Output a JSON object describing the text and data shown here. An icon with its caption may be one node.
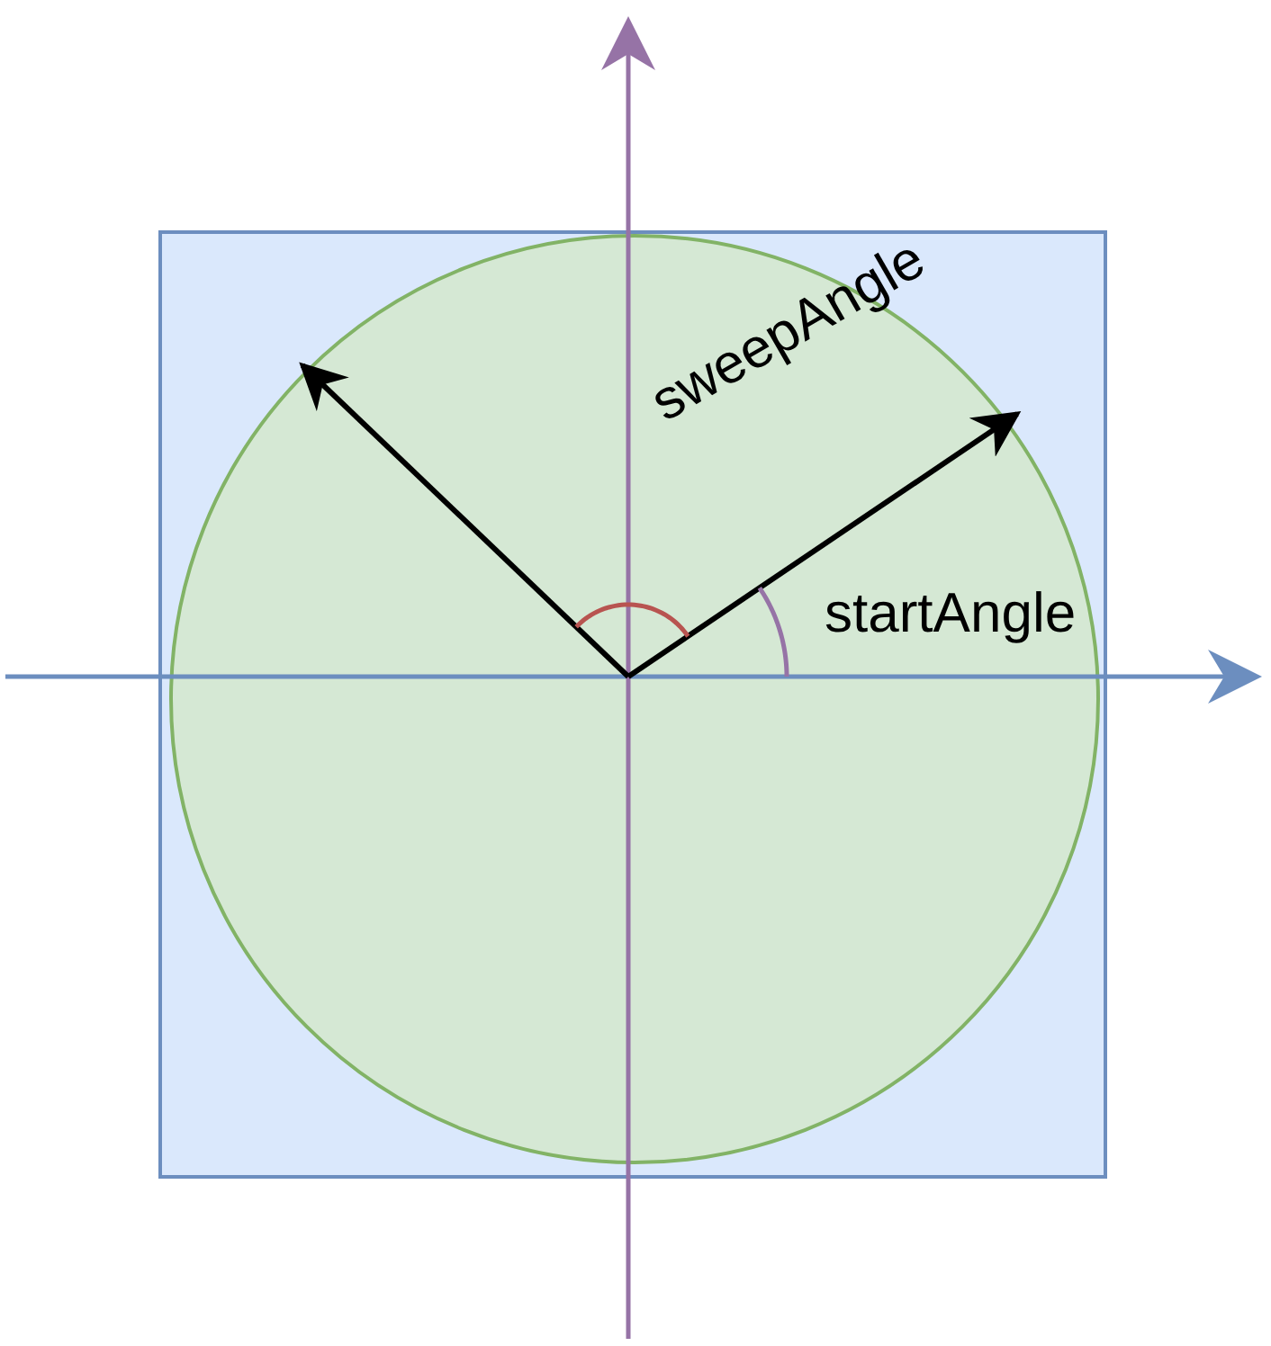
{
  "diagram": {
    "nodes": [
      {
        "text": [],
        "shape": "box"
      },
      {
        "text": [],
        "shape": "circle",
        "in": 0
      }
    ],
    "labels": [
      "sweepAngle",
      "startAngle"
    ]
  }
}
